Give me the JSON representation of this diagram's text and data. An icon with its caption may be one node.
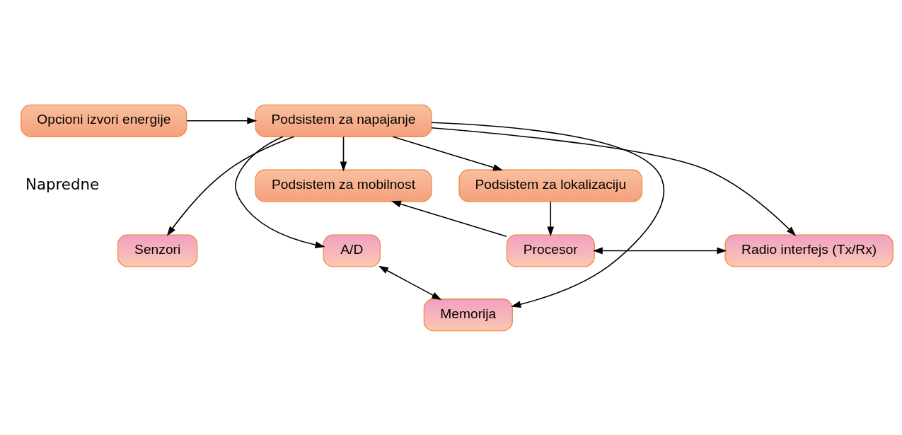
{
  "diagram": {
    "nodes": [
      {
        "text": [
          "Podsistem za lokalizaciju"
        ]
      },
      {
        "text": [
          "Podsistem za mobilnost"
        ]
      },
      {
        "text": [
          "Senzori"
        ]
      },
      {
        "text": [
          "A/D"
        ]
      },
      {
        "text": [
          "Procesor"
        ]
      },
      {
        "text": [
          "Memorija"
        ]
      },
      {
        "text": [
          "Radio interfejs (Tx/Rx)"
        ]
      },
      {
        "text": [
          "Podsistem za napajanje"
        ]
      },
      {
        "text": [
          "Opcioni izvori energije"
        ]
      }
    ],
    "edges": [
      {
        "from": 7,
        "to": 0,
        "arrow": "to"
      },
      {
        "from": 7,
        "to": 1,
        "arrow": "to"
      },
      {
        "from": 0,
        "to": 4,
        "arrow": "to"
      },
      {
        "from": 4,
        "to": 1,
        "arrow": "to"
      },
      {
        "from": 3,
        "to": 5,
        "arrow": "both"
      },
      {
        "from": 4,
        "to": 6,
        "arrow": "both"
      },
      {
        "from": 7,
        "to": 2,
        "arrow": "to"
      },
      {
        "from": 7,
        "to": 3,
        "arrow": "to"
      },
      {
        "from": 7,
        "to": 5,
        "arrow": "to"
      },
      {
        "from": 7,
        "to": 6,
        "arrow": "to"
      },
      {
        "from": 8,
        "to": 7,
        "arrow": "to"
      }
    ],
    "labels": [
      "Napredne"
    ]
  }
}
